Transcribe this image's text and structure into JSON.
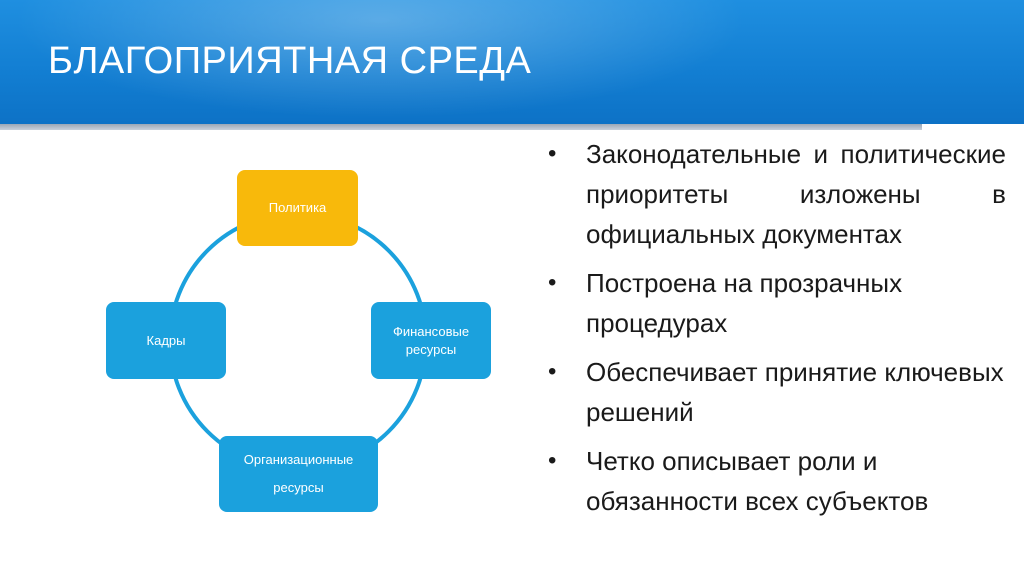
{
  "slide": {
    "title": "БЛАГОПРИЯТНАЯ СРЕДА"
  },
  "diagram": {
    "nodes": {
      "top": "Политика",
      "right": "Финансовые\nресурсы",
      "bottom": "Организационные\nресурсы",
      "left": "Кадры"
    },
    "colors": {
      "top_fill": "#f8b90b",
      "node_fill": "#1ba1dd",
      "ring": "#1ba1dd"
    }
  },
  "bullets": [
    "Законодательные и политические приоритеты изложены в официальных документах",
    "Построена на прозрачных процедурах",
    "Обеспечивает принятие ключевых решений",
    "Четко описывает роли и обязанности всех субъектов"
  ],
  "bullet_glyph": "•"
}
